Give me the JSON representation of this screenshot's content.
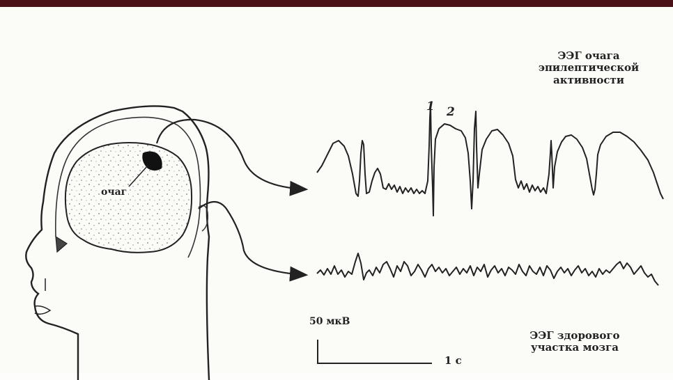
{
  "focus_eeg": {
    "line1": "ЭЭГ очага",
    "line2": "эпилептической",
    "line3": "активности"
  },
  "healthy_eeg": {
    "line1": "ЭЭГ здорового",
    "line2": "участка мозга"
  },
  "focus_label": "очаг",
  "spike_labels": [
    "1",
    "2"
  ],
  "scale": {
    "amplitude": "50 мкВ",
    "time": "1 с"
  }
}
